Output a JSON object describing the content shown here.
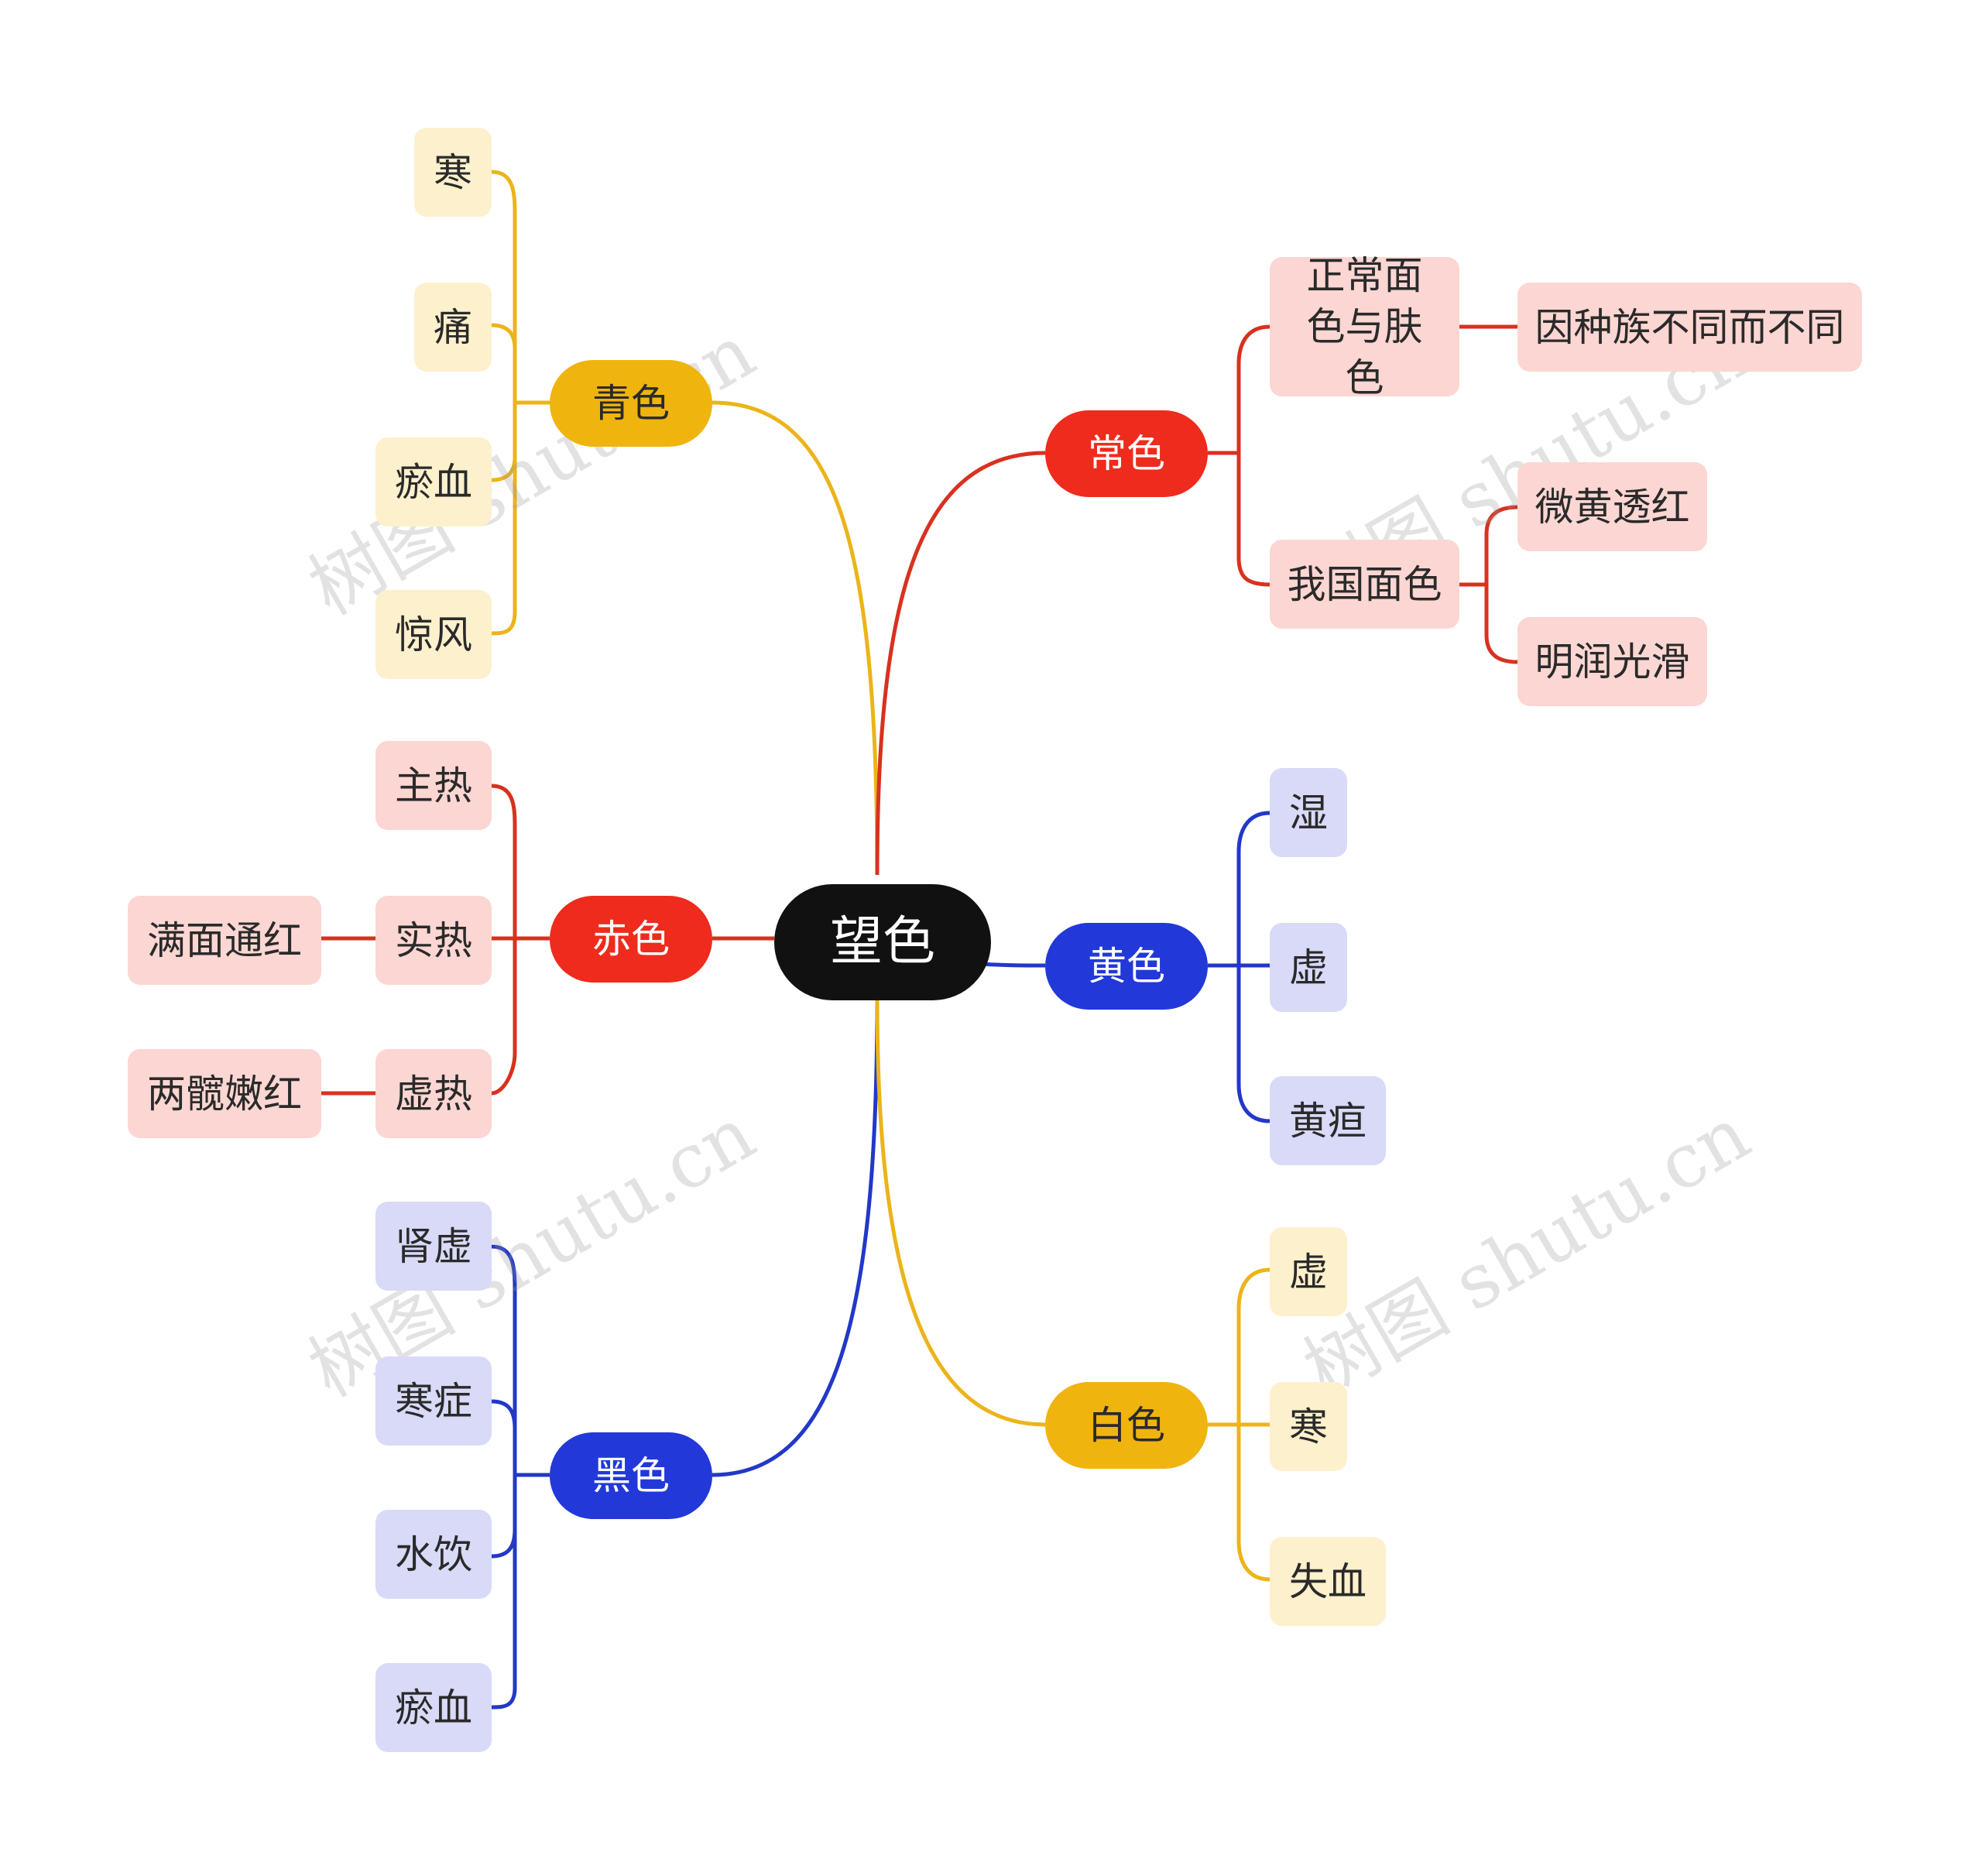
{
  "root": {
    "label": "望色"
  },
  "colors": {
    "yellow": "#f0b40e",
    "red": "#ee2b1c",
    "blue": "#2238d8",
    "black": "#111111"
  },
  "watermark": "树图 shutu.cn",
  "branches": {
    "qing": {
      "label": "青色",
      "items": [
        "寒",
        "痛",
        "瘀血",
        "惊风"
      ]
    },
    "chi": {
      "label": "赤色",
      "items": [
        "主热",
        "实热",
        "虚热"
      ],
      "sub": {
        "shire": "满面通红",
        "xure": "两髋嫩红"
      }
    },
    "hei": {
      "label": "黑色",
      "items": [
        "肾虚",
        "寒症",
        "水饮",
        "瘀血"
      ]
    },
    "chang": {
      "label": "常色",
      "items": [
        "正常面色与肤色",
        "我国面色"
      ],
      "sub": {
        "normal": "因种族不同而不同",
        "cn1": "微黄透红",
        "cn2": "明润光滑"
      }
    },
    "huang": {
      "label": "黄色",
      "items": [
        "湿",
        "虚",
        "黄疸"
      ]
    },
    "bai": {
      "label": "白色",
      "items": [
        "虚",
        "寒",
        "失血"
      ]
    }
  }
}
